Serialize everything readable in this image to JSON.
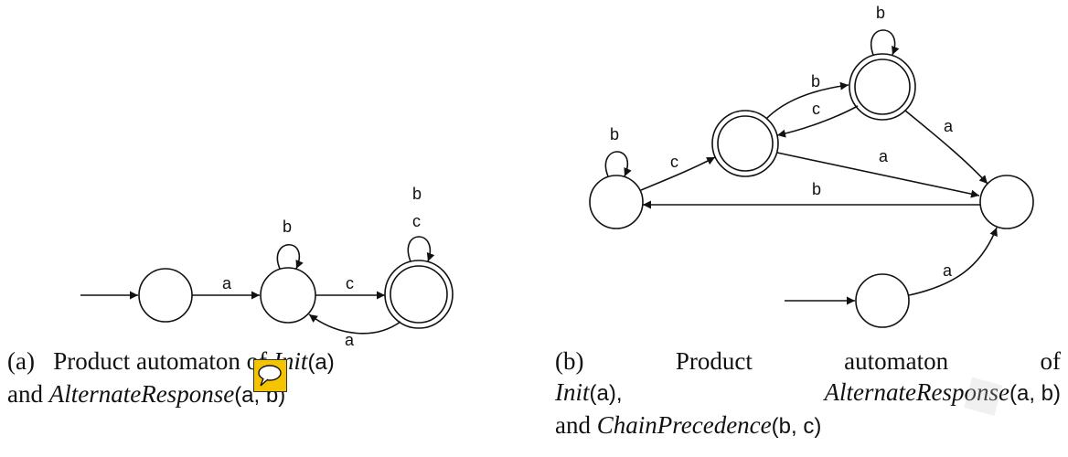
{
  "figure_a": {
    "edge_labels": {
      "a1": "a",
      "b1": "b",
      "c1": "c",
      "a2": "a",
      "b2": "b",
      "c2": "c"
    },
    "caption": {
      "label": "(a)",
      "text1": "Product automaton of ",
      "init": "Init",
      "init_arg": "(a)",
      "text2": "and ",
      "alt": "AlternateResponse",
      "alt_arg": "(a, b)"
    }
  },
  "figure_b": {
    "edge_labels": {
      "loop_left_b": "b",
      "c_up": "c",
      "b_upper": "b",
      "c_lower": "c",
      "loop_top_b": "b",
      "a_right": "a",
      "a_mid": "a",
      "b_back": "b",
      "a_bottom": "a"
    },
    "caption": {
      "label": "(b)",
      "w1": "Product",
      "w2": "automaton",
      "w3": "of",
      "init": "Init",
      "init_arg": "(a),",
      "alt": "AlternateResponse",
      "alt_arg": "(a, b)",
      "and": "and ",
      "chain": "ChainPrecedence",
      "chain_arg": "(b, c)"
    }
  }
}
